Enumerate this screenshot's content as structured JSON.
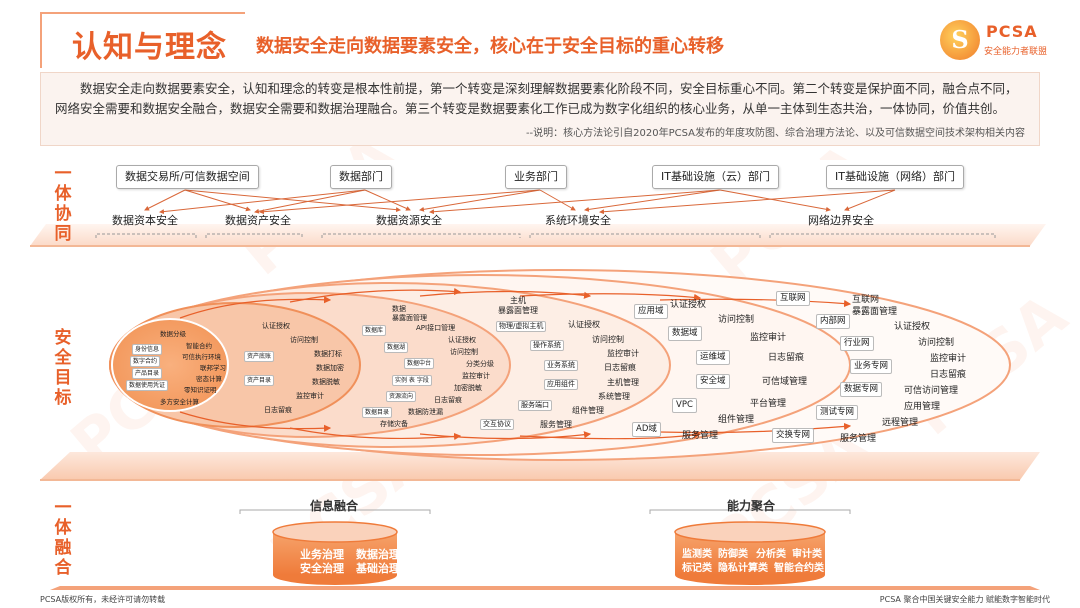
{
  "header": {
    "title": "认知与理念",
    "subtitle": "数据安全走向数据要素安全，核心在于安全目标的重心转移",
    "logo_letter": "S",
    "logo_name": "PCSA",
    "logo_tagline": "安全能力者联盟"
  },
  "intro": {
    "text": "数据安全走向数据要素安全，认知和理念的转变是根本性前提，第一个转变是深刻理解数据要素化阶段不同，安全目标重心不同。第二个转变是保护面不同，融合点不同，网络安全需要和数据安全融合，数据安全需要和数据治理融合。第三个转变是数据要素化工作已成为数字化组织的核心业务，从单一主体到生态共治，一体协同，价值共创。",
    "note": "--说明：核心方法论引自2020年PCSA发布的年度攻防图、综合治理方法论、以及可信数据空间技术架构相关内容"
  },
  "side_labels": {
    "top": "一体协同",
    "middle": "安全目标",
    "bottom": "一体融合"
  },
  "top_band": {
    "departments": [
      "数据交易所/可信数据空间",
      "数据部门",
      "业务部门",
      "IT基础设施（云）部门",
      "IT基础设施（网络）部门"
    ],
    "assets": [
      "数据资本安全",
      "数据资产安全",
      "数据资源安全",
      "系统环境安全",
      "网络边界安全"
    ]
  },
  "ellipse1": {
    "items": [
      "数据分级",
      "智能合约",
      "可信执行环境",
      "联邦学习",
      "密态计算",
      "零知识证明",
      "多方安全计算"
    ],
    "boxes": [
      "身份信息",
      "数字合约",
      "产品目录",
      "数据使用凭证"
    ]
  },
  "ellipse2": {
    "items": [
      "认证授权",
      "访问控制",
      "数据打标",
      "数据加密",
      "数据脱敏",
      "监控审计",
      "日志留痕"
    ],
    "boxes": [
      "资产底账",
      "资产目录"
    ]
  },
  "ellipse3": {
    "items": [
      "数据",
      "暴露面管理",
      "API接口管理",
      "认证授权",
      "访问控制",
      "分类分级",
      "监控审计",
      "加密脱敏",
      "日志留痕",
      "数据防泄漏",
      "存储灾备"
    ],
    "boxes": [
      "数据库",
      "数据湖",
      "数据中台",
      "实例 表 字段",
      "资源流向",
      "数据目录"
    ]
  },
  "ellipse4": {
    "items": [
      "主机",
      "暴露面管理",
      "认证授权",
      "访问控制",
      "监控审计",
      "日志留痕",
      "主机管理",
      "系统管理",
      "组件管理",
      "服务管理"
    ],
    "boxes": [
      "物理/虚拟主机",
      "操作系统",
      "业务系统",
      "应用组件",
      "服务端口",
      "交互协议"
    ]
  },
  "ellipse5": {
    "items": [
      "认证授权",
      "访问控制",
      "监控审计",
      "日志留痕",
      "可信域管理",
      "平台管理",
      "组件管理",
      "服务管理"
    ],
    "boxes": [
      "应用域",
      "数据域",
      "运维域",
      "安全域",
      "VPC",
      "AD域"
    ]
  },
  "ellipse6": {
    "items": [
      "互联网",
      "暴露面管理",
      "认证授权",
      "访问控制",
      "监控审计",
      "日志留痕",
      "可信访问管理",
      "应用管理",
      "远程管理",
      "服务管理"
    ],
    "boxes": [
      "互联网",
      "内部网",
      "行业网",
      "业务专网",
      "数据专网",
      "测试专网",
      "交换专网"
    ]
  },
  "bottom": {
    "left_title": "信息融合",
    "left_items": [
      "业务治理",
      "数据治理",
      "安全治理",
      "基础治理"
    ],
    "right_title": "能力聚合",
    "right_items": [
      "监测类",
      "防御类",
      "分析类",
      "审计类",
      "标记类",
      "隐私计算类",
      "智能合约类"
    ]
  },
  "footer": {
    "left": "PCSA版权所有，未经许可请勿转载",
    "right": "PCSA 聚合中国关键安全能力   赋能数字智能时代"
  },
  "watermark": "PCSA",
  "colors": {
    "accent": "#e8602a",
    "light": "#fbe3d6",
    "mid": "#f4a27a"
  }
}
